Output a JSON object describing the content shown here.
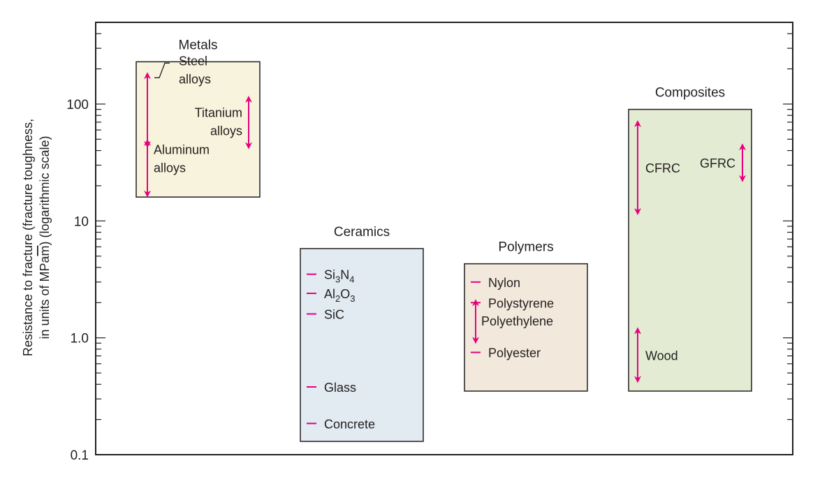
{
  "chart_data": {
    "type": "range",
    "title": "",
    "ylabel_line1": "Resistance to fracture (fracture toughness,",
    "ylabel_line2_pre": "in units of MPa",
    "ylabel_sqrt": "m",
    "ylabel_line2_post": ") (logarithmic scale)",
    "ylim": [
      0.1,
      500
    ],
    "yscale": "log",
    "yticks": [
      {
        "value": 0.1,
        "label": "0.1"
      },
      {
        "value": 1,
        "label": "1.0"
      },
      {
        "value": 10,
        "label": "10"
      },
      {
        "value": 100,
        "label": "100"
      }
    ],
    "arrow_color": "#e6007e",
    "tick_mark_color": "#e6007e",
    "groups": [
      {
        "name": "Metals",
        "fill": "#f7f3dc",
        "range": [
          16,
          230
        ],
        "items": [
          {
            "name_lines": [
              "Steel",
              "alloys"
            ],
            "kind": "arrow",
            "range": [
              45,
              175
            ],
            "connector": true
          },
          {
            "name_lines": [
              "Titanium",
              "alloys"
            ],
            "kind": "arrow",
            "range": [
              44,
              110
            ]
          },
          {
            "name_lines": [
              "Aluminum",
              "alloys"
            ],
            "kind": "arrow",
            "range": [
              17,
              47
            ]
          }
        ]
      },
      {
        "name": "Ceramics",
        "fill": "#e2ebf2",
        "range": [
          0.13,
          5.8
        ],
        "items": [
          {
            "name": "Si",
            "sub1": "3",
            "name2": "N",
            "sub2": "4",
            "kind": "mark",
            "value": 3.5
          },
          {
            "name": "Al",
            "sub1": "2",
            "name2": "O",
            "sub2": "3",
            "kind": "mark",
            "value": 2.4
          },
          {
            "name": "SiC",
            "kind": "mark",
            "value": 1.6
          },
          {
            "name": "Glass",
            "kind": "mark",
            "value": 0.38
          },
          {
            "name": "Concrete",
            "kind": "mark",
            "value": 0.185
          }
        ]
      },
      {
        "name": "Polymers",
        "fill": "#f2e8db",
        "range": [
          0.35,
          4.3
        ],
        "items": [
          {
            "name": "Nylon",
            "kind": "mark",
            "value": 3.0
          },
          {
            "name": "Polystyrene",
            "kind": "mark",
            "value": 2.0
          },
          {
            "name": "Polyethylene",
            "kind": "arrow",
            "range": [
              0.95,
              2.0
            ]
          },
          {
            "name": "Polyester",
            "kind": "mark",
            "value": 0.75
          }
        ]
      },
      {
        "name": "Composites",
        "fill": "#e3ebd2",
        "range": [
          0.35,
          90
        ],
        "items": [
          {
            "name": "CFRC",
            "kind": "arrow",
            "range": [
              12,
              68
            ]
          },
          {
            "name": "GFRC",
            "kind": "arrow",
            "range": [
              23,
              43
            ]
          },
          {
            "name": "Wood",
            "kind": "arrow",
            "range": [
              0.44,
              1.15
            ]
          }
        ]
      }
    ]
  }
}
